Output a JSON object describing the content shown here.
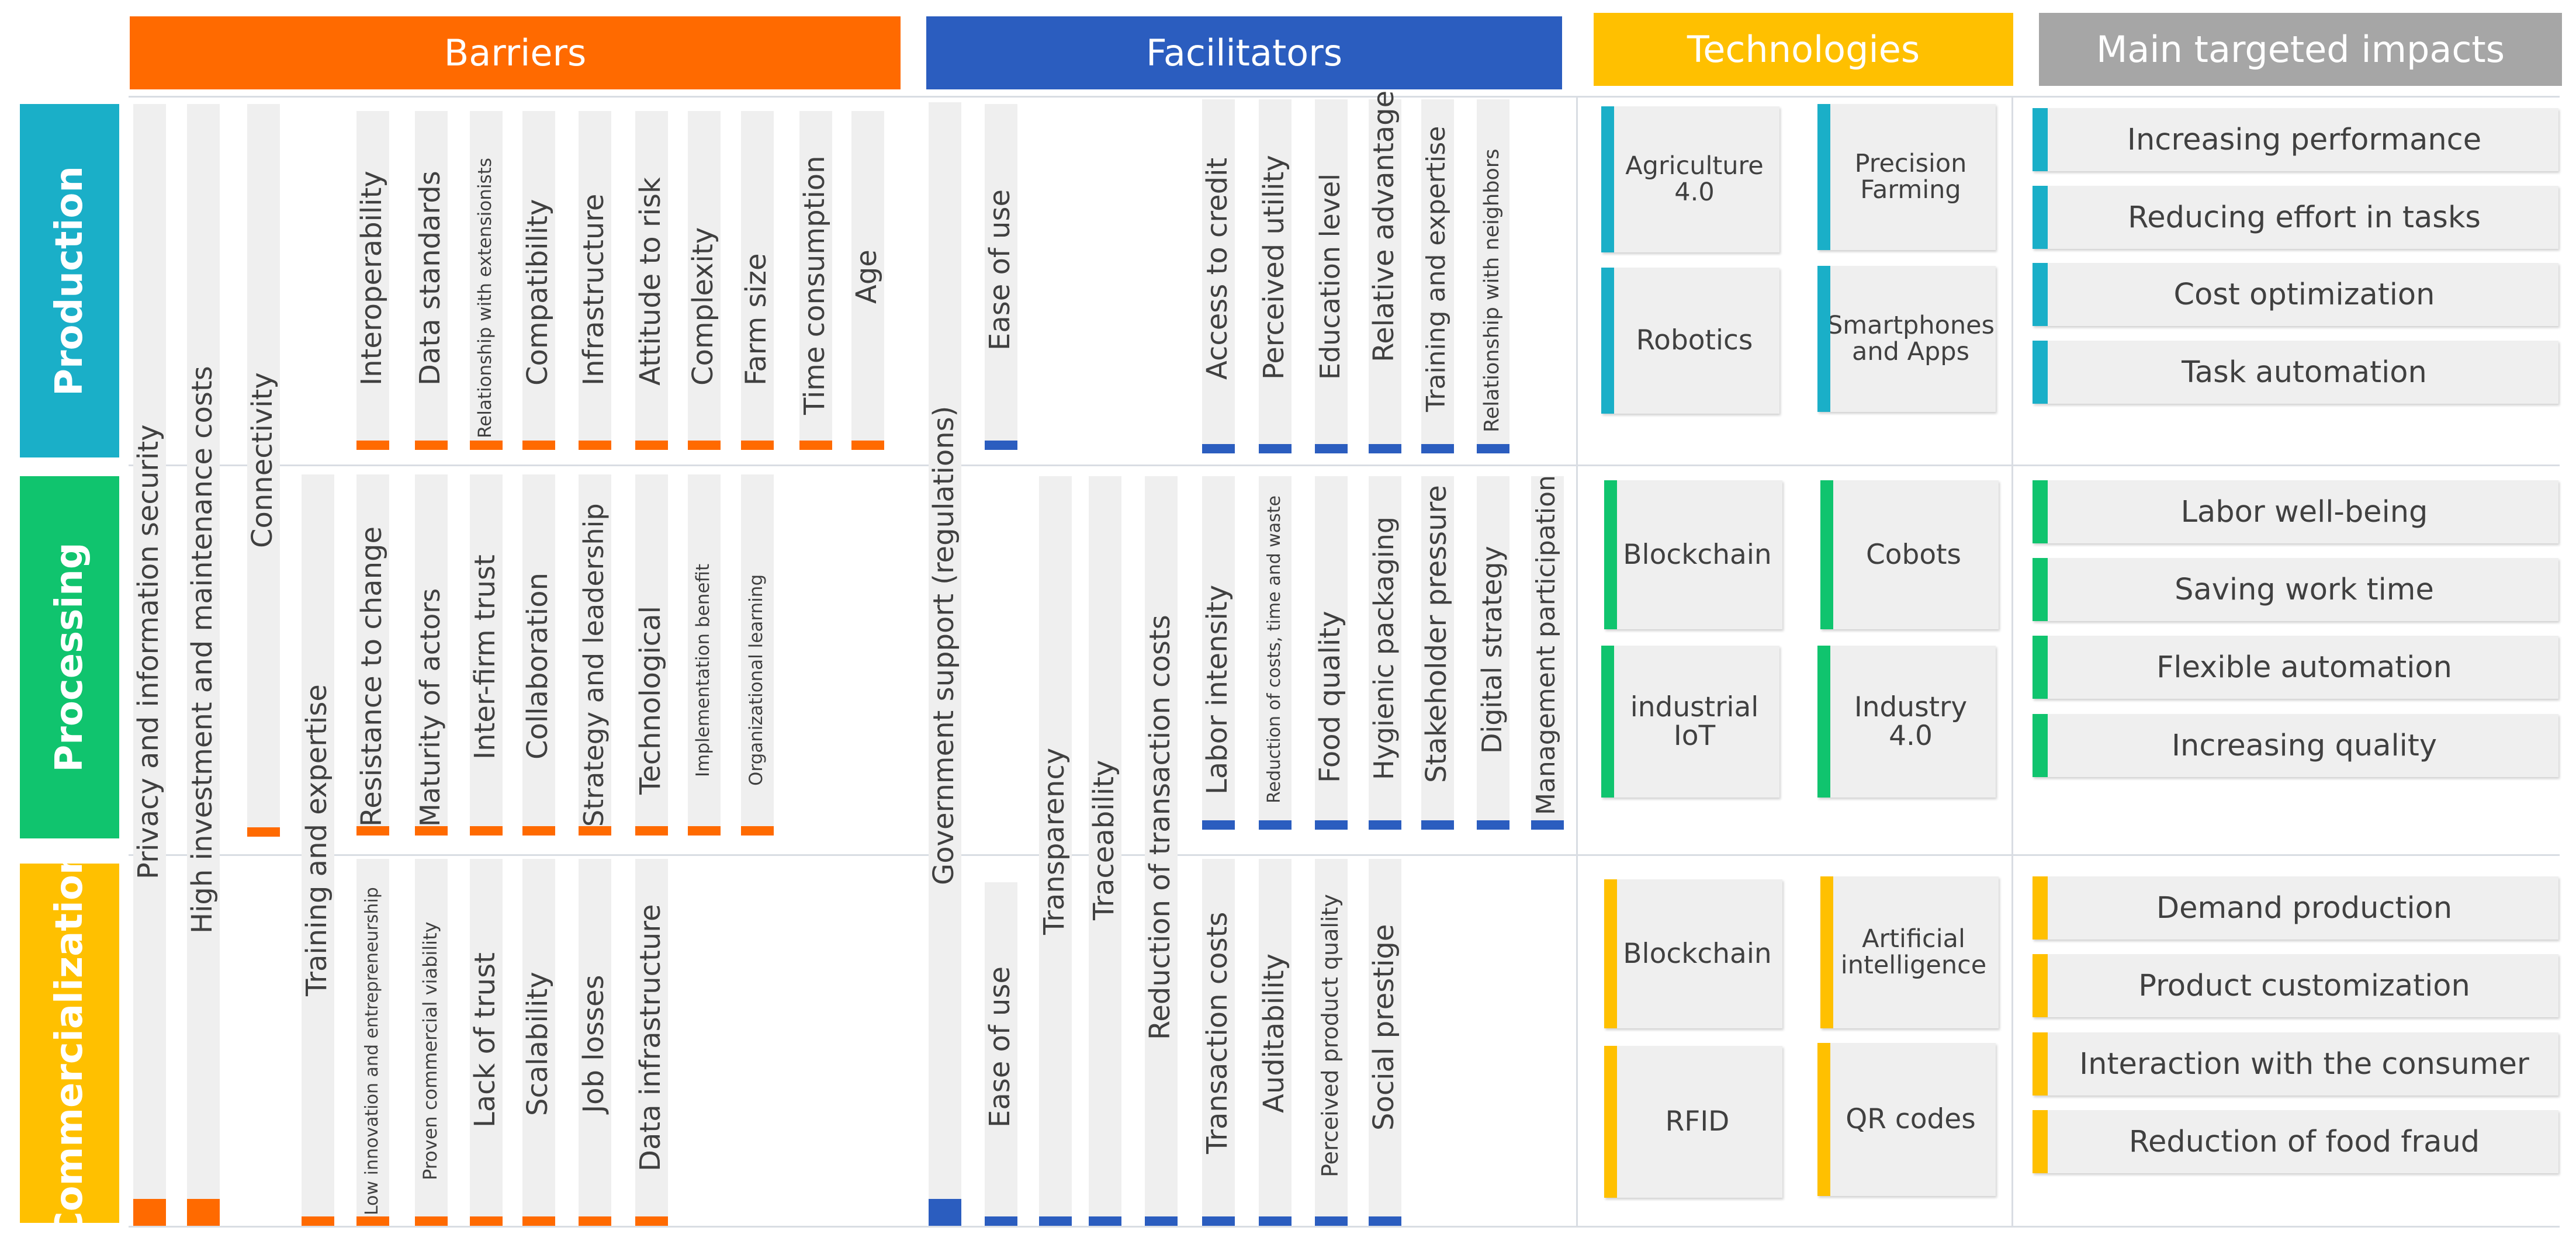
{
  "colors": {
    "barriers": "#FF6A00",
    "facilitators": "#2B5DBF",
    "technologies": "#FFC000",
    "impacts": "#A6A6A6",
    "production": "#1AAFC8",
    "processing": "#10C46E",
    "commercialization": "#FFC000",
    "bar_background": "#EFEFEF"
  },
  "headers": {
    "barriers": "Barriers",
    "facilitators": "Facilitators",
    "technologies": "Technologies",
    "impacts": "Main targeted impacts"
  },
  "sections": {
    "production": "Production",
    "processing": "Processing",
    "commercialization": "Commercialization"
  },
  "barriers": [
    {
      "label": "Privacy and information security"
    },
    {
      "label": "High investment and maintenance costs"
    },
    {
      "label": "Connectivity"
    },
    {
      "label": "Interoperability"
    },
    {
      "label": "Data standards"
    },
    {
      "label": "Relationship with extensionists"
    },
    {
      "label": "Compatibility"
    },
    {
      "label": "Infrastructure"
    },
    {
      "label": "Attitude to risk"
    },
    {
      "label": "Complexity"
    },
    {
      "label": "Farm size"
    },
    {
      "label": "Time consumption"
    },
    {
      "label": "Age"
    },
    {
      "label": "Training and expertise"
    },
    {
      "label": "Resistance to change"
    },
    {
      "label": "Maturity of actors"
    },
    {
      "label": "Inter-firm trust"
    },
    {
      "label": "Collaboration"
    },
    {
      "label": "Strategy and leadership"
    },
    {
      "label": "Technological"
    },
    {
      "label": "Implementation benefit"
    },
    {
      "label": "Organizational learning"
    },
    {
      "label": "Low innovation and entrepreneurship"
    },
    {
      "label": "Proven commercial viability"
    },
    {
      "label": "Lack of trust"
    },
    {
      "label": "Scalability"
    },
    {
      "label": "Job losses"
    },
    {
      "label": "Data infrastructure"
    }
  ],
  "facilitators": [
    {
      "label": "Government support (regulations)"
    },
    {
      "label": "Ease of use"
    },
    {
      "label": "Access to credit"
    },
    {
      "label": "Perceived utility"
    },
    {
      "label": "Education level"
    },
    {
      "label": "Relative advantage"
    },
    {
      "label": "Training and expertise"
    },
    {
      "label": "Relationship with neighbors"
    },
    {
      "label": "Transparency"
    },
    {
      "label": "Traceability"
    },
    {
      "label": "Reduction of transaction costs"
    },
    {
      "label": "Labor intensity"
    },
    {
      "label": "Reduction of costs, time and waste"
    },
    {
      "label": "Food quality"
    },
    {
      "label": "Hygienic packaging"
    },
    {
      "label": "Stakeholder pressure"
    },
    {
      "label": "Digital strategy"
    },
    {
      "label": "Management participation"
    },
    {
      "label": "Ease of use"
    },
    {
      "label": "Transaction costs"
    },
    {
      "label": "Auditability"
    },
    {
      "label": "Perceived product quality"
    },
    {
      "label": "Social prestige"
    }
  ],
  "technologies": [
    {
      "label": "Agriculture 4.0"
    },
    {
      "label": "Precision Farming"
    },
    {
      "label": "Robotics"
    },
    {
      "label": "Smartphones and Apps"
    },
    {
      "label": "Blockchain"
    },
    {
      "label": "Cobots"
    },
    {
      "label": "industrial IoT"
    },
    {
      "label": "Industry 4.0"
    },
    {
      "label": "Blockchain"
    },
    {
      "label": "Artificial intelligence"
    },
    {
      "label": "RFID"
    },
    {
      "label": "QR codes"
    }
  ],
  "impacts": [
    {
      "label": "Increasing performance"
    },
    {
      "label": "Reducing effort in tasks"
    },
    {
      "label": "Cost optimization"
    },
    {
      "label": "Task automation"
    },
    {
      "label": "Labor well-being"
    },
    {
      "label": "Saving work time"
    },
    {
      "label": "Flexible automation"
    },
    {
      "label": "Increasing quality"
    },
    {
      "label": "Demand production"
    },
    {
      "label": "Product customization"
    },
    {
      "label": "Interaction with the consumer"
    },
    {
      "label": "Reduction of food fraud"
    }
  ]
}
